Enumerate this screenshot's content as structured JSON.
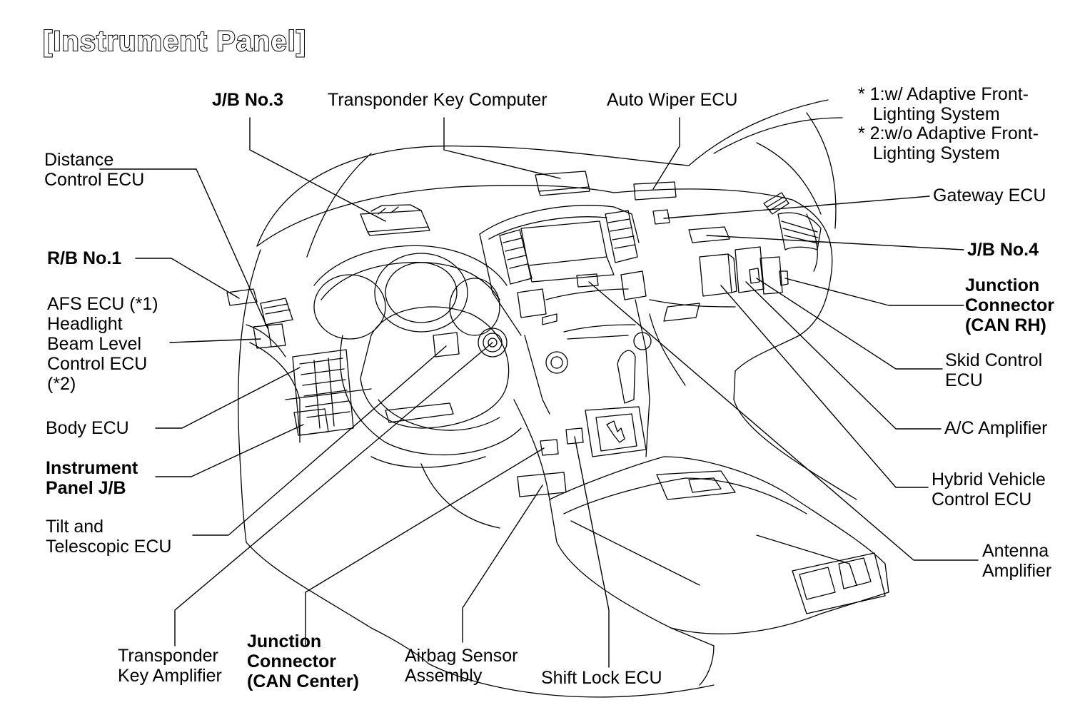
{
  "title": "[Instrument Panel]",
  "notes": [
    "* 1:w/ Adaptive Front-\n   Lighting System",
    "* 2:w/o Adaptive Front-\n   Lighting System"
  ],
  "labels": {
    "jb_no3": "J/B No.3",
    "transponder_key_computer": "Transponder Key Computer",
    "auto_wiper_ecu": "Auto Wiper ECU",
    "distance_control_ecu": "Distance\nControl ECU",
    "gateway_ecu": "Gateway ECU",
    "rb_no1": "R/B No.1",
    "jb_no4": "J/B No.4",
    "afs_ecu": "AFS ECU (*1)\nHeadlight\nBeam Level\nControl ECU\n(*2)",
    "junction_connector_can_rh": "Junction\nConnector\n(CAN RH)",
    "skid_control_ecu": "Skid Control\nECU",
    "body_ecu": "Body ECU",
    "ac_amplifier": "A/C Amplifier",
    "instrument_panel_jb": "Instrument\nPanel J/B",
    "hybrid_vehicle_control_ecu": "Hybrid Vehicle\nControl ECU",
    "tilt_telescopic_ecu": "Tilt and\nTelescopic ECU",
    "antenna_amplifier": "Antenna\nAmplifier",
    "transponder_key_amplifier": "Transponder\nKey Amplifier",
    "junction_connector_can_center": "Junction\nConnector\n(CAN Center)",
    "airbag_sensor_assembly": "Airbag Sensor\nAssembly",
    "shift_lock_ecu": "Shift Lock ECU"
  }
}
